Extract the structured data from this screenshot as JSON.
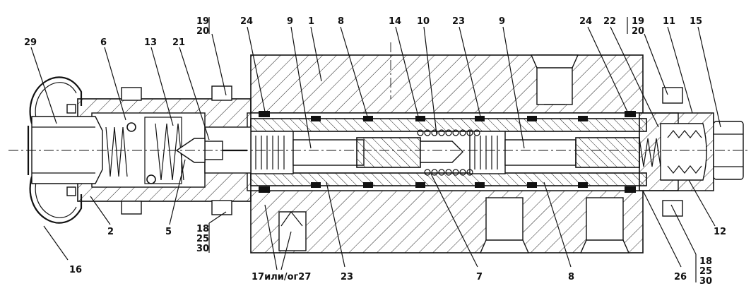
{
  "drawing": {
    "callouts_top": [
      "29",
      "6",
      "13",
      "21",
      "19",
      "20",
      "24",
      "9",
      "1",
      "8",
      "14",
      "10",
      "23",
      "9",
      "24",
      "22",
      "19",
      "20",
      "11",
      "15"
    ],
    "callouts_bottom": [
      "2",
      "5",
      "18",
      "25",
      "30",
      "17или/ог27",
      "23",
      "7",
      "8",
      "26",
      "18",
      "25",
      "30"
    ],
    "callouts_side": [
      "16",
      "12"
    ]
  }
}
